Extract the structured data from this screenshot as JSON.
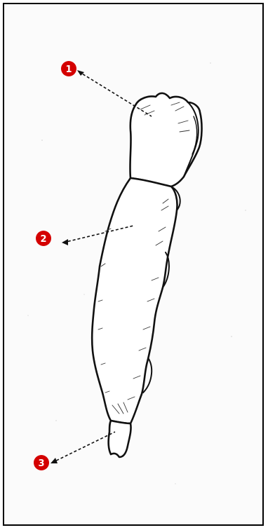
{
  "diagram": {
    "markers": [
      {
        "id": "1",
        "label": "1"
      },
      {
        "id": "2",
        "label": "2"
      },
      {
        "id": "3",
        "label": "3"
      }
    ],
    "colors": {
      "marker_fill": "#d40000",
      "ink": "#111111",
      "background": "#ffffff"
    }
  }
}
